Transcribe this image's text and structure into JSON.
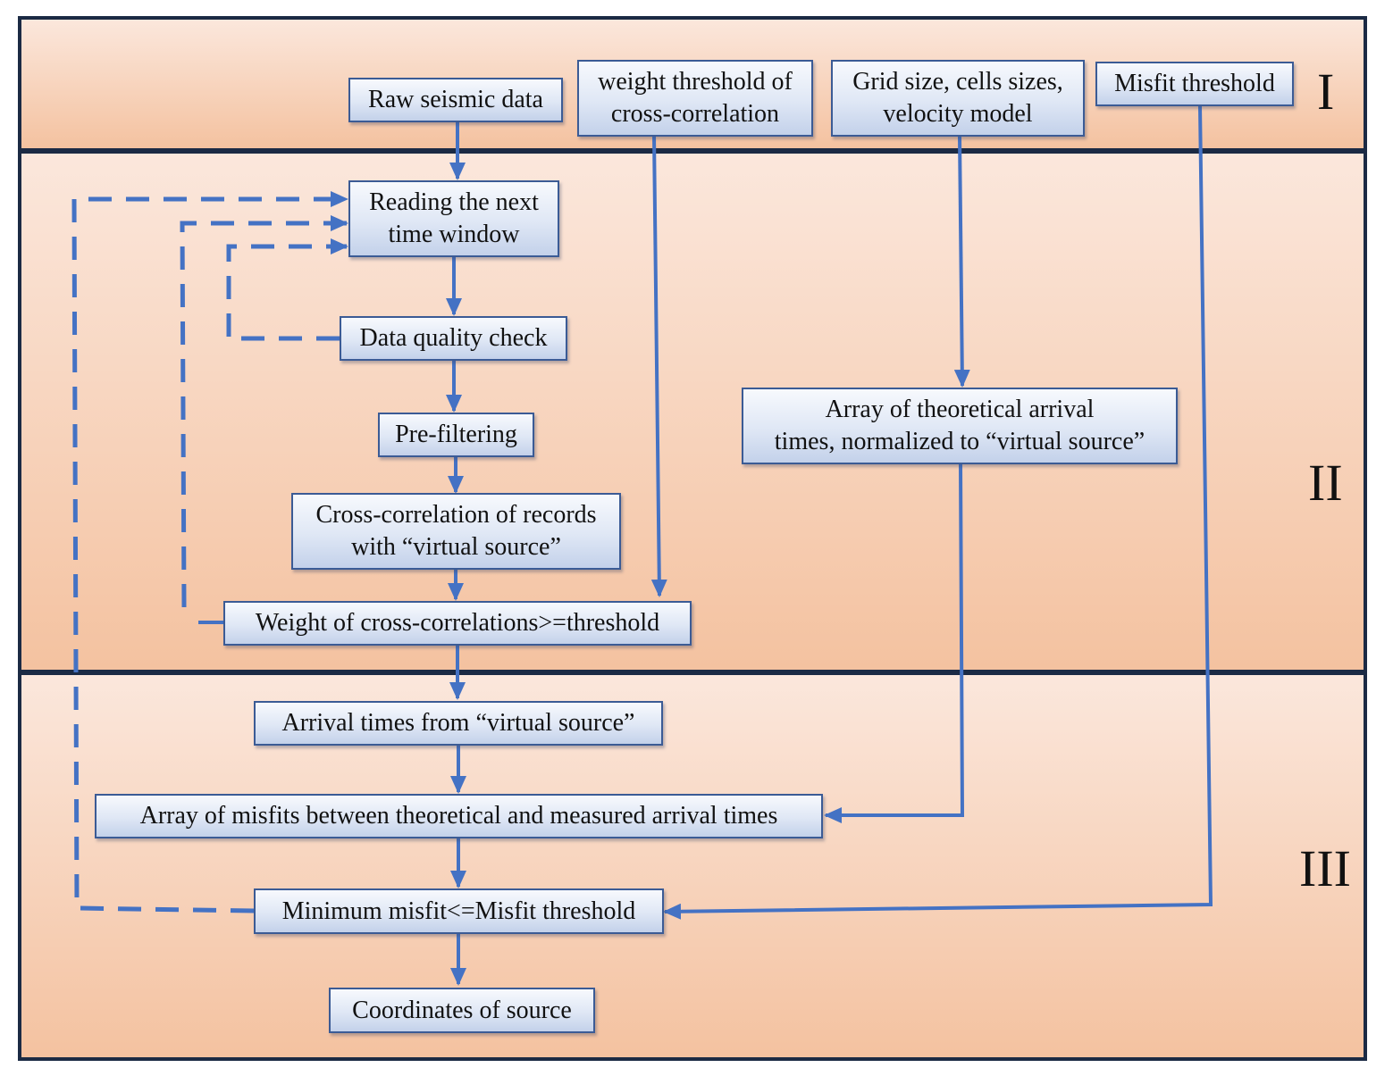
{
  "sections": {
    "input_label": "I",
    "processing_label": "II",
    "location_label": "III"
  },
  "nodes": {
    "raw_data": "Raw seismic data",
    "weight_threshold": "weight threshold of\ncross-correlation",
    "grid": "Grid size, cells sizes,\nvelocity model",
    "misfit_threshold": "Misfit threshold",
    "reading_window": "Reading the next\ntime window",
    "quality_check": "Data quality check",
    "pre_filtering": "Pre-filtering",
    "cross_correlation": "Cross-correlation of records\nwith “virtual source”",
    "weight_check": "Weight of cross-correlations>=threshold",
    "theoretical_times": "Array of theoretical arrival\ntimes, normalized to “virtual source”",
    "arrival_times": "Arrival times from “virtual source”",
    "misfit_array": "Array of misfits between theoretical and measured arrival times",
    "minimum_misfit": "Minimum misfit<=Misfit threshold",
    "coordinates": "Coordinates of source"
  },
  "colors": {
    "connector": "#4472c4",
    "panel_border": "#1b2a44",
    "box_border": "#3b5b95"
  }
}
